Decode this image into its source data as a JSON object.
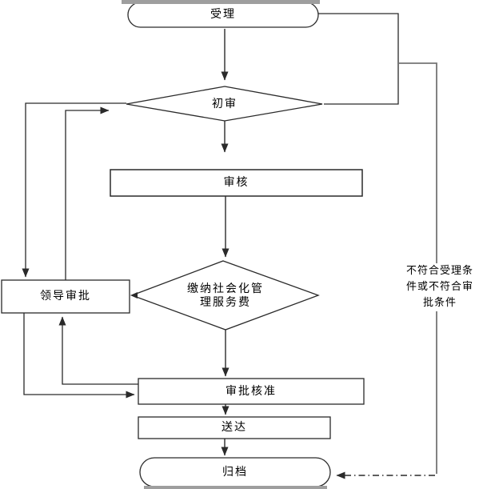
{
  "nodes": {
    "start": {
      "label": "受理"
    },
    "initial_review": {
      "label": "初审"
    },
    "review": {
      "label": "审核"
    },
    "pay_fee": {
      "lines": [
        "缴纳社会化管",
        "理服务费"
      ]
    },
    "leader_approval": {
      "label": "领导审批"
    },
    "approval": {
      "label": "审批核准"
    },
    "deliver": {
      "label": "送达"
    },
    "archive": {
      "label": "归档"
    }
  },
  "annotations": {
    "reject": {
      "lines": [
        "不符合受理条",
        "件或不符合审",
        "批条件"
      ]
    }
  },
  "colors": {
    "line": "#2a2a2a",
    "reject_line": "#757575",
    "text": "#000000",
    "node_fill": "#ffffff",
    "artifact_bar": "#9e9e9e",
    "background": "#ffffff"
  }
}
